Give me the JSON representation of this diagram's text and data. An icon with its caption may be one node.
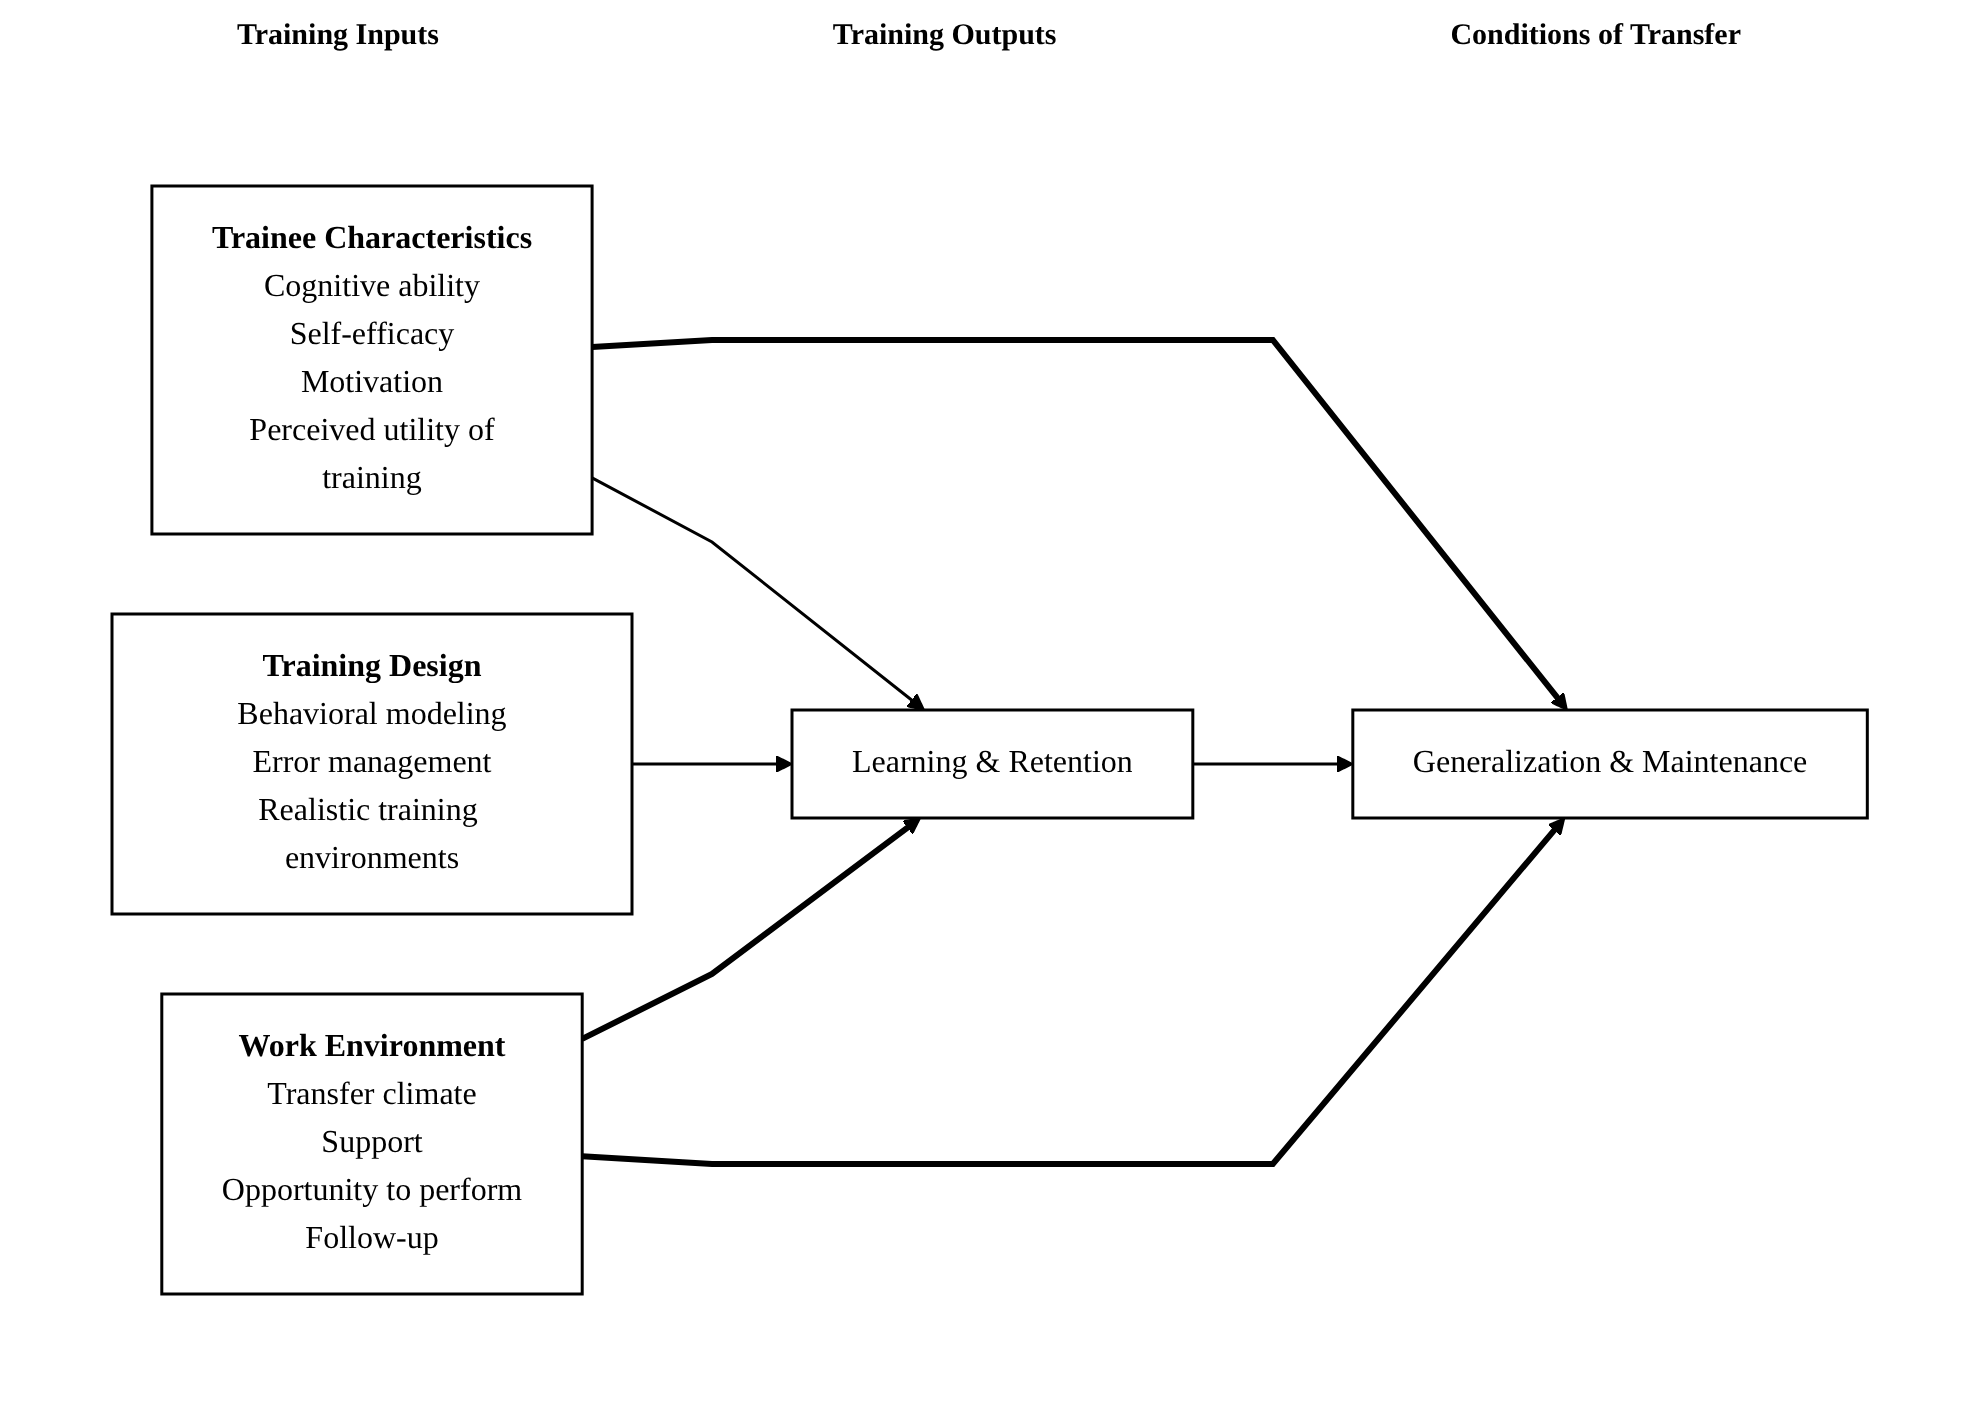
{
  "diagram": {
    "nodes": [
      {
        "text": [
          "Trainee Characteristics",
          "Cognitive ability",
          "Self-efficacy",
          "Motivation",
          "Perceived utility of",
          "training"
        ]
      },
      {
        "text": [
          "Training Design",
          "Behavioral modeling",
          "Error management",
          "Realistic training environments"
        ]
      },
      {
        "text": [
          "Learning & Retention"
        ]
      },
      {
        "text": [
          "Generalization & Maintenance"
        ]
      },
      {
        "text": [
          "Work Environment",
          "Transfer climate",
          "Support",
          "Opportunity to perform",
          "Follow-up"
        ]
      }
    ],
    "edges": [
      {
        "from": 0,
        "to": 3,
        "arrow": "to",
        "style": "thick"
      },
      {
        "from": 0,
        "to": 2,
        "arrow": "to"
      },
      {
        "from": 1,
        "to": 2,
        "arrow": "to"
      },
      {
        "from": 2,
        "to": 3,
        "arrow": "to"
      },
      {
        "from": 4,
        "to": 2,
        "arrow": "to",
        "style": "thick"
      },
      {
        "from": 4,
        "to": 3,
        "arrow": "to",
        "style": "thick"
      }
    ],
    "labels": [
      "Training Inputs",
      "Training Outputs",
      "Conditions of Transfer"
    ]
  }
}
